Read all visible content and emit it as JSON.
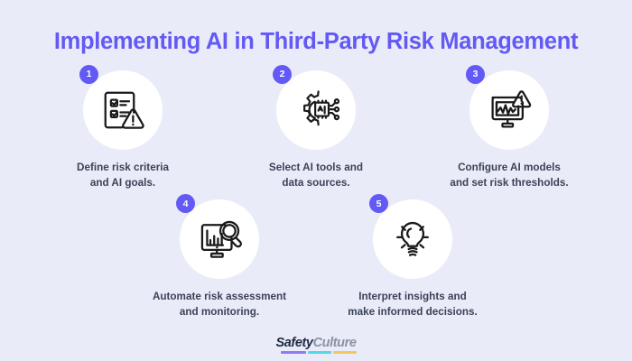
{
  "header": {
    "title": "Implementing AI in Third-Party Risk Management"
  },
  "colors": {
    "background": "#e9ecf8",
    "title": "#6359f4",
    "badge": "#6359f4",
    "circle": "#ffffff",
    "caption": "#3c4257",
    "icon_stroke": "#1a1a1a",
    "logo_safety": "#1f2a44",
    "logo_culture": "#8b92a4",
    "logo_bar_purple": "#8b7cf6",
    "logo_bar_cyan": "#56d6e6",
    "logo_bar_yellow": "#f2c75c"
  },
  "steps": [
    {
      "number": "1",
      "icon": "checklist-warning-icon",
      "caption": "Define risk criteria\nand AI goals."
    },
    {
      "number": "2",
      "icon": "ai-gear-chip-icon",
      "caption": "Select AI tools and\ndata sources."
    },
    {
      "number": "3",
      "icon": "monitor-risk-alert-icon",
      "caption": "Configure AI models\nand set risk thresholds."
    },
    {
      "number": "4",
      "icon": "monitor-bar-chart-magnifier-icon",
      "caption": "Automate risk assessment\nand monitoring."
    },
    {
      "number": "5",
      "icon": "lightbulb-idea-icon",
      "caption": "Interpret insights and\nmake informed decisions."
    }
  ],
  "footer": {
    "logo_part_1": "Safety",
    "logo_part_2": "Culture"
  }
}
